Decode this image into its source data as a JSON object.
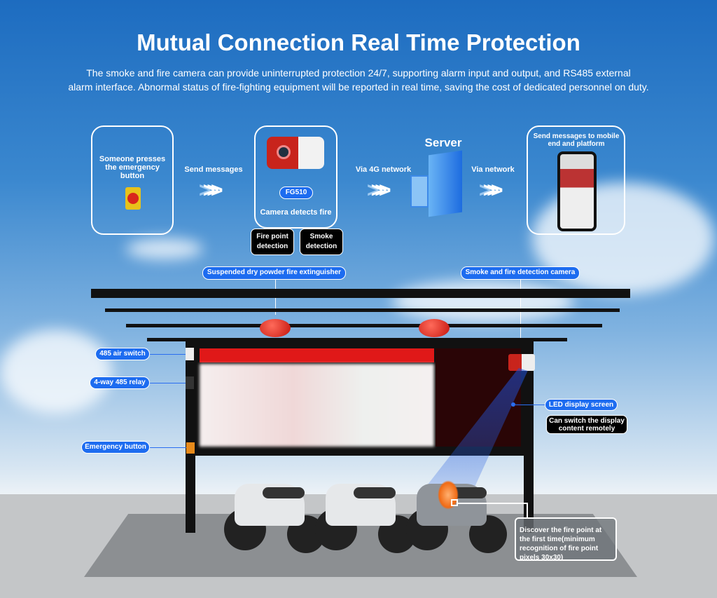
{
  "title": "Mutual Connection Real Time Protection",
  "subtitle_line1": "The smoke and fire camera can provide uninterrupted protection 24/7, supporting alarm input and output, and RS485 external",
  "subtitle_line2": "alarm interface. Abnormal status of fire-fighting equipment will be reported in real time, saving the cost of dedicated personnel on duty.",
  "flow": {
    "step1": "Someone presses the emergency button",
    "arrow1": "Send messages",
    "model": "FG510",
    "step2": "Camera detects fire",
    "detect1": "Fire point detection",
    "detect2": "Smoke detection",
    "arrow2": "Via 4G network",
    "server": "Server",
    "arrow3": "Via network",
    "step4": "Send messages to mobile end and platform"
  },
  "labels": {
    "extinguisher": "Suspended dry powder fire extinguisher",
    "camera": "Smoke and fire detection camera",
    "air_switch": "485 air switch",
    "relay": "4-way 485 relay",
    "emergency": "Emergency button",
    "led": "LED display screen",
    "led_note": "Can switch the display content remotely",
    "fire_note": "Discover the fire point at the first time(minimum recognition of fire point pixels 30x30)"
  },
  "colors": {
    "accent": "#1d6cf0",
    "sky": "#1d6cc0"
  }
}
